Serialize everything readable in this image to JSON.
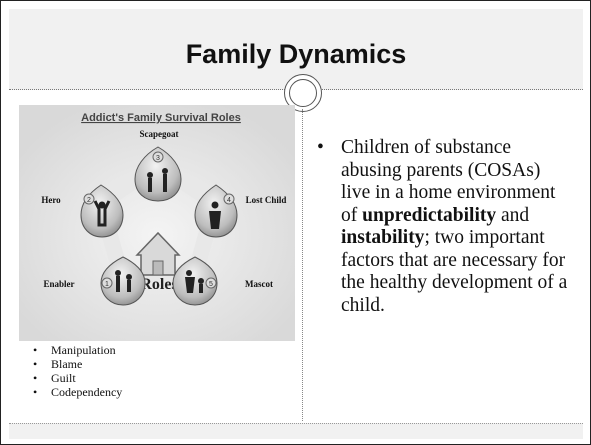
{
  "slide": {
    "title": "Family Dynamics"
  },
  "diagram": {
    "heading": "Addict's Family Survival Roles",
    "center_label": "Roles",
    "roles": [
      {
        "number": "1",
        "label": "Enabler"
      },
      {
        "number": "2",
        "label": "Hero"
      },
      {
        "number": "3",
        "label": "Scapegoat"
      },
      {
        "number": "4",
        "label": "Lost Child"
      },
      {
        "number": "5",
        "label": "Mascot"
      }
    ]
  },
  "left_bullets": [
    "Manipulation",
    "Blame",
    "Guilt",
    "Codependency"
  ],
  "right_bullet": {
    "text_1": "Children of substance abusing parents (COSAs) live in a home environment of ",
    "bold_1": "unpredictability",
    "text_2": " and ",
    "bold_2": "instability",
    "text_3": "; two important factors that are necessary for the healthy development of a child."
  }
}
